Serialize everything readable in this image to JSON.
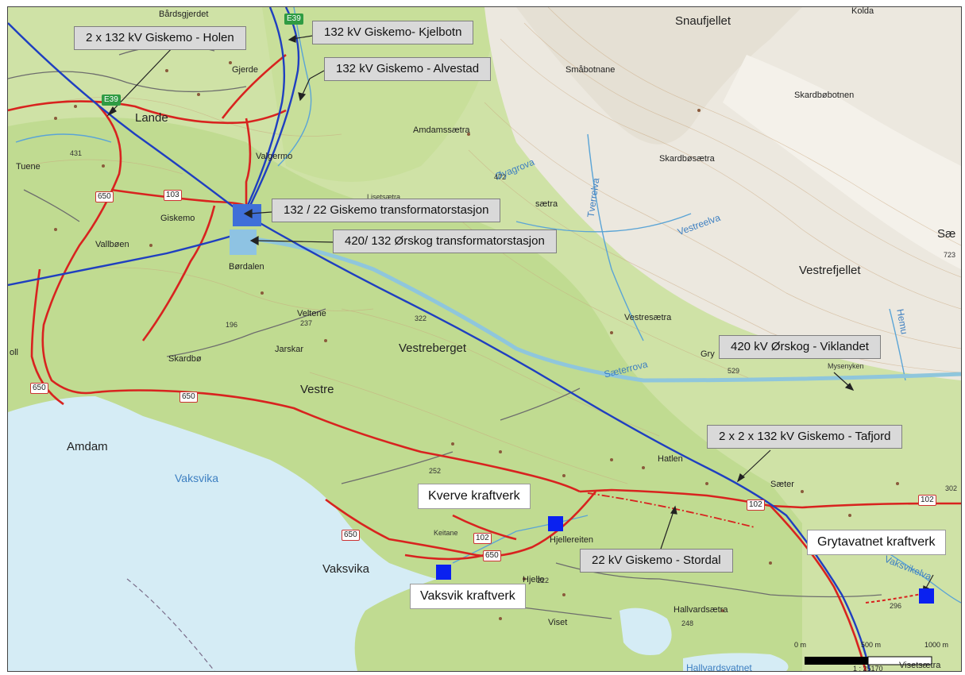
{
  "map": {
    "colors": {
      "land": "#cfe2a6",
      "forest": "#b9d78a",
      "mountain": "#ece7df",
      "sea": "#d5ecf5",
      "line_132kv": "#1f3fc0",
      "line_420kv": "#8fc6dc",
      "road_red": "#d8231f",
      "plant_blue": "#0a21f0",
      "station_132": "#3f6fd8",
      "station_420": "#8ec3e3"
    },
    "places": {
      "bardsgjerdet": "Bårdsgjerdet",
      "gjerde": "Gjerde",
      "lande": "Lande",
      "tuene": "Tuene",
      "valgermo": "Valgermo",
      "giskemo": "Giskemo",
      "vallboen": "Vallbøen",
      "bordalen": "Børdalen",
      "lisetsaetra": "Lisetsætra",
      "saetra_partial": "sætra",
      "snaufjellet": "Snaufjellet",
      "kolda": "Kolda",
      "smabotnane": "Småbotnane",
      "skardbobotnen": "Skardbøbotnen",
      "amdamssaetra": "Amdamssætra",
      "skardbosaetra": "Skardbøsætra",
      "vestrefjellet": "Vestrefjellet",
      "sae_partial": "Sæ",
      "vestresaetra": "Vestresætra",
      "gry_partial": "Gry",
      "mysenyken": "Mysenyken",
      "veltene": "Veltene",
      "jarskar": "Jarskar",
      "vestreberget": "Vestreberget",
      "skardbo": "Skardbø",
      "oll_partial": "oll",
      "vestre": "Vestre",
      "amdam": "Amdam",
      "hatlen": "Hatlen",
      "saeter": "Sæter",
      "keitane": "Keitane",
      "hjellereiten": "Hjellereiten",
      "hjelle": "Hjelle",
      "vaksvika_place": "Vaksvika",
      "hallvardsaetra": "Hallvardsætra",
      "viset": "Viset",
      "visetsaetra": "Visetsætra"
    },
    "water": {
      "oyagrova": "Øyagrova",
      "tverrelva": "Tverrelva",
      "vestreelva": "Vestreelva",
      "saeterrova": "Sæterrova",
      "vaksvika_sea": "Vaksvika",
      "vaksvikelva": "Vaksvikelva",
      "hallvardsvatnet": "Hallvardsvatnet",
      "hemund_partial": "Hemu"
    },
    "elevations": {
      "e431": "431",
      "e472": "472",
      "e723": "723",
      "e322": "322",
      "e237": "237",
      "e196": "196",
      "e529": "529",
      "e252": "252",
      "e222": "222",
      "e296": "296",
      "e248": "248",
      "e302": "302"
    },
    "roads": {
      "e39_a": "E39",
      "e39_b": "E39",
      "r650_a": "650",
      "r103": "103",
      "r650_b": "650",
      "r650_c": "650",
      "r650_d": "650",
      "r650_e": "650",
      "r102_a": "102",
      "r102_b": "102",
      "r102_c": "102"
    },
    "callouts": {
      "giskemo_holen": "2 x 132 kV Giskemo - Holen",
      "giskemo_kjelbotn": "132 kV Giskemo- Kjelbotn",
      "giskemo_alvestad": "132 kV Giskemo - Alvestad",
      "giskemo_trafo": "132 / 22 Giskemo transformatorstasjon",
      "orskog_trafo": "420/ 132 Ørskog transformatorstasjon",
      "orskog_viklandet": "420 kV Ørskog - Viklandet",
      "giskemo_tafjord": "2 x 2 x 132 kV Giskemo - Tafjord",
      "giskemo_stordal": "22 kV Giskemo - Stordal"
    },
    "plants": {
      "kverve": "Kverve kraftverk",
      "vaksvik": "Vaksvik kraftverk",
      "grytavatnet": "Grytavatnet kraftverk"
    },
    "scale": {
      "zero": "0 m",
      "mid": "500 m",
      "end": "1000 m",
      "ratio": "1 : 25170"
    }
  }
}
